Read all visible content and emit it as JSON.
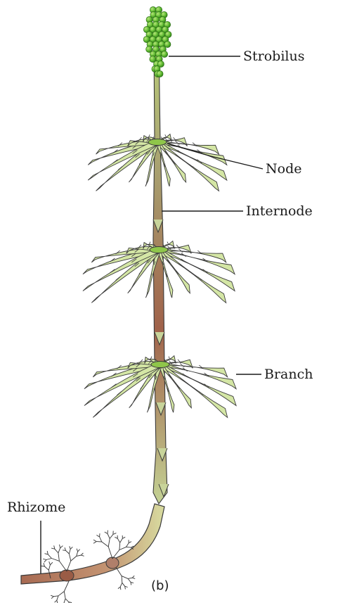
{
  "figure": {
    "sub_label": "(b)",
    "labels": {
      "strobilus": "Strobilus",
      "node": "Node",
      "internode": "Internode",
      "branch": "Branch",
      "rhizome": "Rhizome"
    }
  },
  "colors": {
    "strobilus_cone": "#5db830",
    "stem_upper": "#b9cc7a",
    "stem_lower": "#a0624a",
    "branch_fill": "#d4e6a5",
    "node_ring": "#8fc64a",
    "rhizome": "#b07f6a",
    "roots": "#333333",
    "outline": "#3a3a3a"
  }
}
